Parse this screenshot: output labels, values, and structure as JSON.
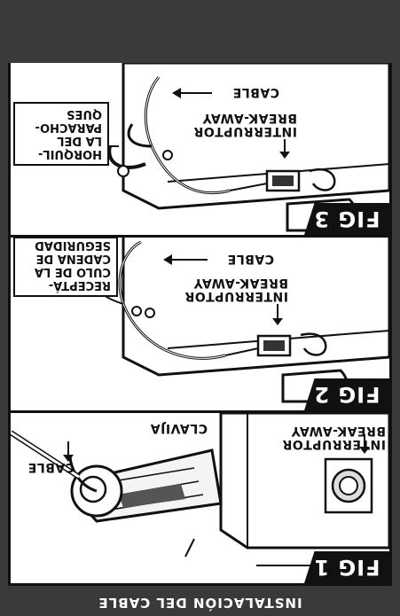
{
  "title": "INSTALACIÓN DEL CABLE",
  "figures": [
    {
      "badge": "FIG 1",
      "labels": {
        "switch": [
          "INTERRUPTOR",
          "BREAK-AWAY"
        ],
        "pin": "CLAVIJA",
        "cable": "CABLE"
      }
    },
    {
      "badge": "FIG 2",
      "labels": {
        "switch": [
          "INTERRUPTOR",
          "BREAK-AWAY"
        ],
        "cable": "CABLE",
        "box": [
          "RECEPTÁ-",
          "CULO DE LA",
          "CADENA DE",
          "SEGURIDAD"
        ]
      }
    },
    {
      "badge": "FIG 3",
      "labels": {
        "switch": [
          "INTERRUPTOR",
          "BREAK-AWAY"
        ],
        "cable": "CABLE",
        "box": [
          "HORQUIL-",
          "LA DEL",
          "PARACHO-",
          "QUES"
        ]
      }
    }
  ]
}
